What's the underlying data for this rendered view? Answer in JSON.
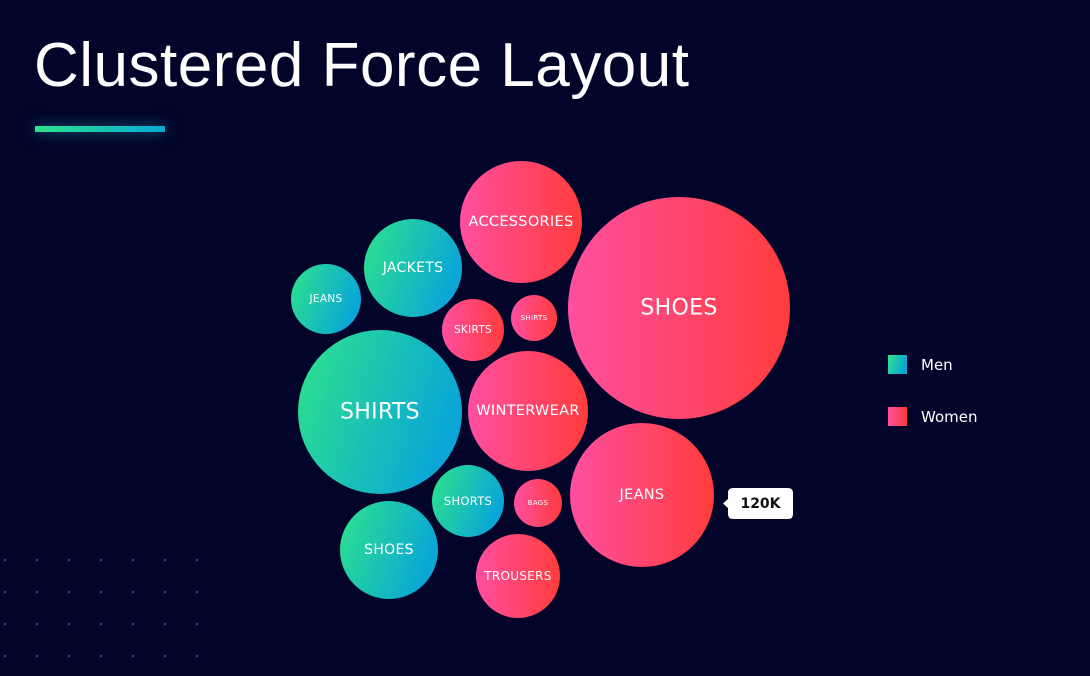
{
  "title": "Clustered Force Layout",
  "chart_data": {
    "type": "bubble",
    "title": "Clustered Force Layout",
    "legend": [
      {
        "name": "Men",
        "color_start": "#2fe38a",
        "color_end": "#0aa7d6"
      },
      {
        "name": "Women",
        "color_start": "#ff4fa0",
        "color_end": "#ff3c3c"
      }
    ],
    "legend_position": "right",
    "series": [
      {
        "name": "Men",
        "items": [
          {
            "label": "SHIRTS"
          },
          {
            "label": "JACKETS"
          },
          {
            "label": "JEANS"
          },
          {
            "label": "SHORTS"
          },
          {
            "label": "SHOES"
          }
        ]
      },
      {
        "name": "Women",
        "items": [
          {
            "label": "SHOES"
          },
          {
            "label": "ACCESSORIES"
          },
          {
            "label": "WINTERWEAR"
          },
          {
            "label": "JEANS",
            "value": "120K"
          },
          {
            "label": "TROUSERS"
          },
          {
            "label": "SKIRTS"
          },
          {
            "label": "SHIRTS"
          },
          {
            "label": "BAGS"
          }
        ]
      }
    ],
    "tooltip": {
      "target": "JEANS",
      "text": "120K"
    }
  }
}
